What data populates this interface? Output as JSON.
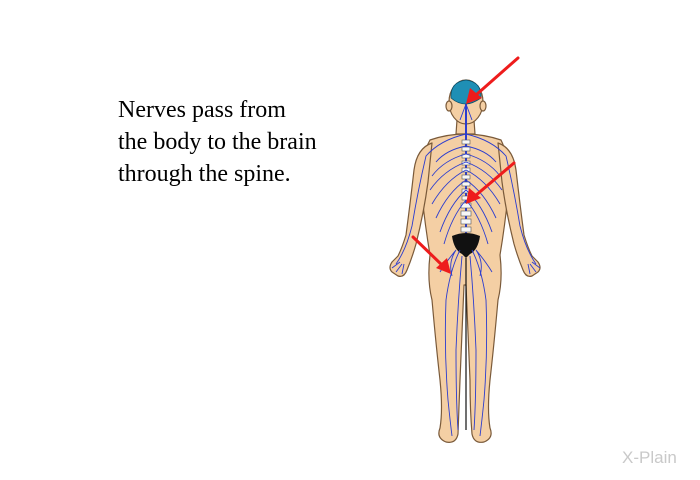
{
  "caption": {
    "lines": [
      "Nerves pass from",
      "the body to the brain",
      "through the spine."
    ]
  },
  "brand": {
    "text": "X-Plain"
  },
  "colors": {
    "skin": "#f4cfa4",
    "skin_outline": "#7a5a3a",
    "nerve": "#2b3ccf",
    "brain": "#1f8fb5",
    "pelvis": "#111111",
    "arrow": "#ee1c1c",
    "background": "#ffffff"
  },
  "arrows": [
    {
      "name": "arrow-brain",
      "points_to": "brain"
    },
    {
      "name": "arrow-spine",
      "points_to": "spinal-cord"
    },
    {
      "name": "arrow-leg-nerve",
      "points_to": "leg-nerves"
    }
  ]
}
